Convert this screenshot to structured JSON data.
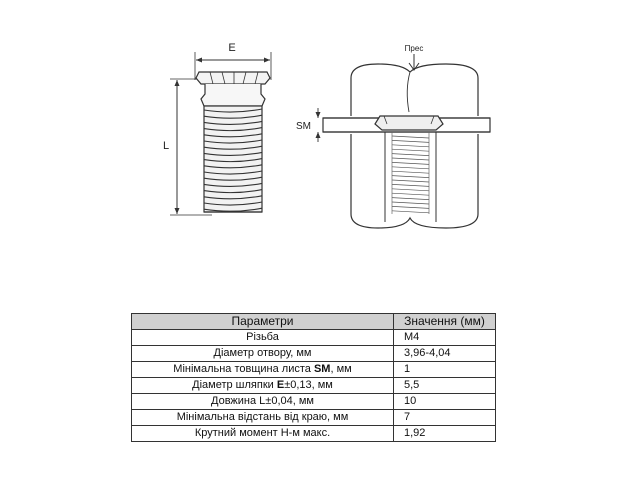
{
  "labels": {
    "head_diameter": "E",
    "length": "L",
    "sheet_thickness": "SM",
    "press": "Прес"
  },
  "table": {
    "header": [
      "Параметри",
      "Значення (мм)"
    ],
    "rows": [
      {
        "param": "Різьба",
        "param_bold": "",
        "param_after": "",
        "value": "M4"
      },
      {
        "param": "Діаметр отвору, мм",
        "param_bold": "",
        "param_after": "",
        "value": "3,96-4,04"
      },
      {
        "param": "Мінімальна товщина листа ",
        "param_bold": "SM",
        "param_after": ", мм",
        "value": "1"
      },
      {
        "param": "Діаметр шляпки ",
        "param_bold": "E",
        "param_after": "±0,13, мм",
        "value": "5,5"
      },
      {
        "param": "Довжина L±0,04, мм",
        "param_bold": "",
        "param_after": "",
        "value": "10"
      },
      {
        "param": "Мінімальна відстань від краю, мм",
        "param_bold": "",
        "param_after": "",
        "value": "7"
      },
      {
        "param": "Крутний момент Н-м макс.",
        "param_bold": "",
        "param_after": "",
        "value": "1,92"
      }
    ]
  }
}
